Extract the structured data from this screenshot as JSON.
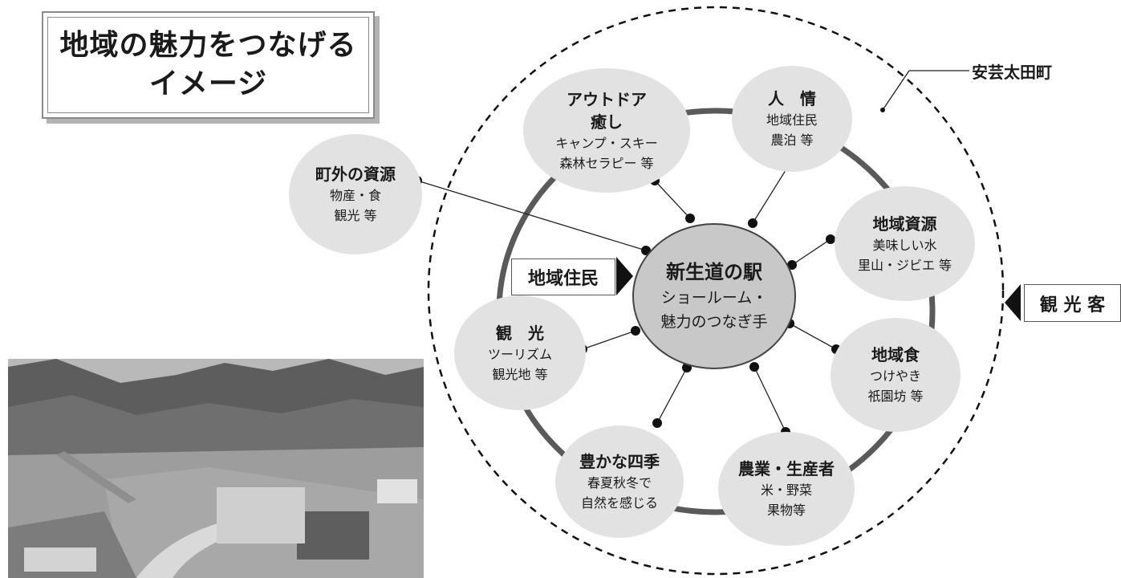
{
  "title": {
    "line1": "地域の魅力をつなげる",
    "line2": "イメージ"
  },
  "town_label": "安芸太田町",
  "center": {
    "title": "新生道の駅",
    "line1": "ショールーム・",
    "line2": "魅力のつなぎ手"
  },
  "residents_label": "地域住民",
  "tourists_label": "観 光 客",
  "outside": {
    "title": "町外の資源",
    "line1": "物産・食",
    "line2": "観光 等"
  },
  "nodes": {
    "outdoor": {
      "title1": "アウトドア",
      "title2": "癒し",
      "line1": "キャンプ・スキー",
      "line2": "森林セラピー 等"
    },
    "ninjo": {
      "title": "人　情",
      "line1": "地域住民",
      "line2": "農泊 等"
    },
    "resources": {
      "title": "地域資源",
      "line1": "美味しい水",
      "line2": "里山・ジビエ 等"
    },
    "food": {
      "title": "地域食",
      "line1": "つけやき",
      "line2": "祇園坊 等"
    },
    "agriculture": {
      "title": "農業・生産者",
      "line1": "米・野菜",
      "line2": "果物等"
    },
    "seasons": {
      "title": "豊かな四季",
      "line1": "春夏秋冬で",
      "line2": "自然を感じる"
    },
    "kanko": {
      "title": "観　光",
      "line1": "ツーリズム",
      "line2": "観光地 等"
    }
  },
  "photo": {
    "subject": "aerial-town-valley-photo"
  },
  "colors": {
    "bubble": "#e2e2e2",
    "center": "#c8c8c8",
    "ring": "#5a5a5a",
    "dot": "#111111"
  }
}
